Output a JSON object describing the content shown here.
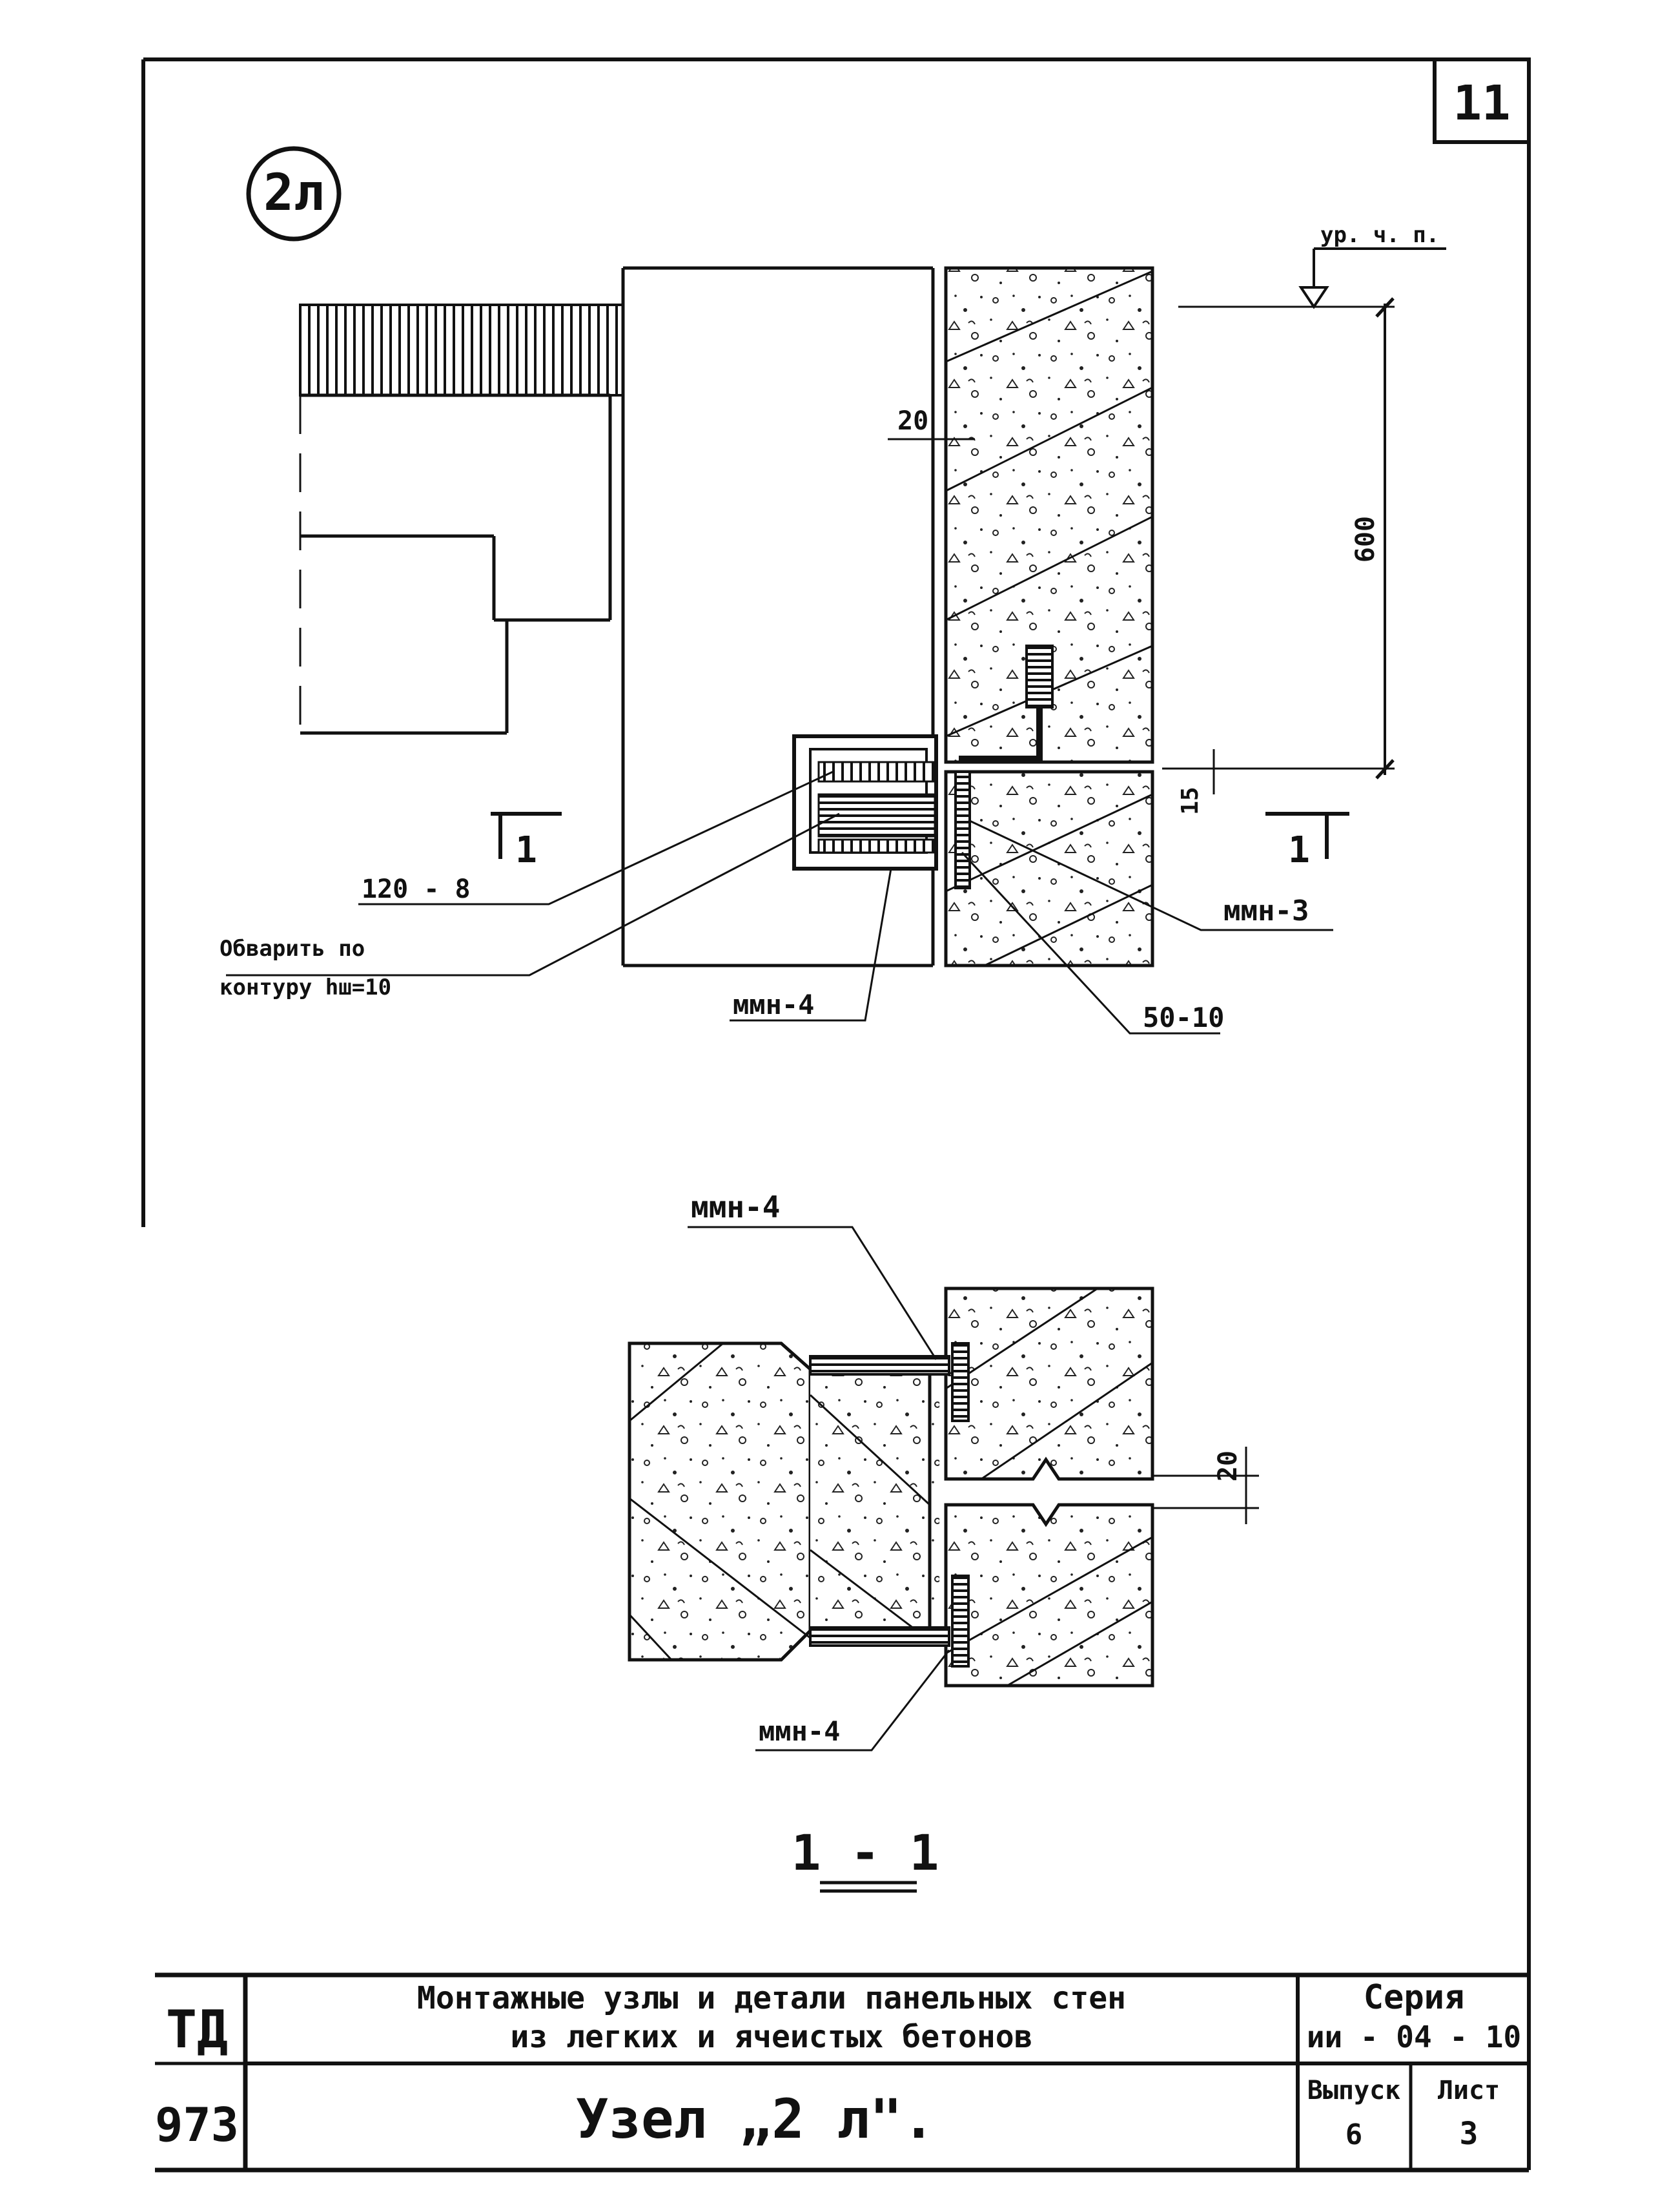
{
  "sheet": {
    "sheet_number": "11",
    "node_marker": "2л"
  },
  "plan": {
    "level_mark": "ур. ч. п.",
    "dim_600": "600",
    "dim_20": "20",
    "dim_15": "15",
    "section_mark_left": "1",
    "section_mark_right": "1",
    "callouts": {
      "plate_120_8": "120 - 8",
      "weld_line1": "Обварить по",
      "weld_line2": "контуру hш=10",
      "mmn4": "ммн-4",
      "mmn3": "ммн-3",
      "plate_50_10": "50-10"
    }
  },
  "section": {
    "callout_top": "ммн-4",
    "callout_bottom": "ммн-4",
    "dim_20": "20",
    "title": "1 - 1"
  },
  "stamp": {
    "td": "ТД",
    "year": "973",
    "title_line1": "Монтажные узлы и детали панельных стен",
    "title_line2": "из легких и ячеистых бетонов",
    "node_title": "Узел „2 л\".",
    "series_label": "Серия",
    "series_value": "ии - 04 - 10",
    "issue_label": "Выпуск",
    "issue_value": "6",
    "sheet_label": "Лист",
    "sheet_value": "3"
  }
}
